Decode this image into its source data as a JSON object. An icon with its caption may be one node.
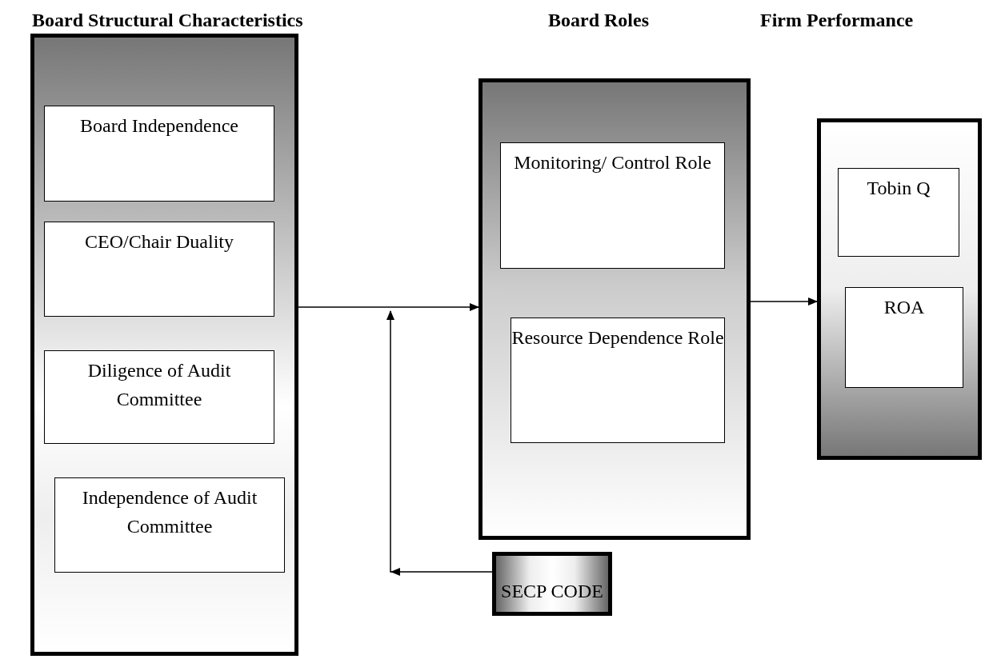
{
  "diagram": {
    "nodes": [
      {
        "text": [
          "Board Structural Characteristics"
        ]
      },
      {
        "text": [
          "Board Independence"
        ],
        "in": 0
      },
      {
        "text": [
          "CEO/Chair Duality"
        ],
        "in": 0
      },
      {
        "text": [
          "Diligence of Audit Committee"
        ],
        "in": 0
      },
      {
        "text": [
          "Independence of Audit Committee"
        ],
        "in": 0
      },
      {
        "text": [
          "Board Roles"
        ]
      },
      {
        "text": [
          "Monitoring/ Control Role"
        ],
        "in": 5
      },
      {
        "text": [
          "Resource Dependence Role"
        ],
        "in": 5
      },
      {
        "text": [
          "Firm Performance"
        ]
      },
      {
        "text": [
          "Tobin Q"
        ],
        "in": 8
      },
      {
        "text": [
          "ROA"
        ],
        "in": 8
      },
      {
        "text": [
          "SECP CODE"
        ]
      }
    ],
    "edges": [
      {
        "from": 0,
        "to": 5,
        "arrow": "to"
      },
      {
        "from": 5,
        "to": 8,
        "arrow": "to"
      },
      {
        "from": 11,
        "to": null,
        "arrow": "to"
      }
    ]
  }
}
